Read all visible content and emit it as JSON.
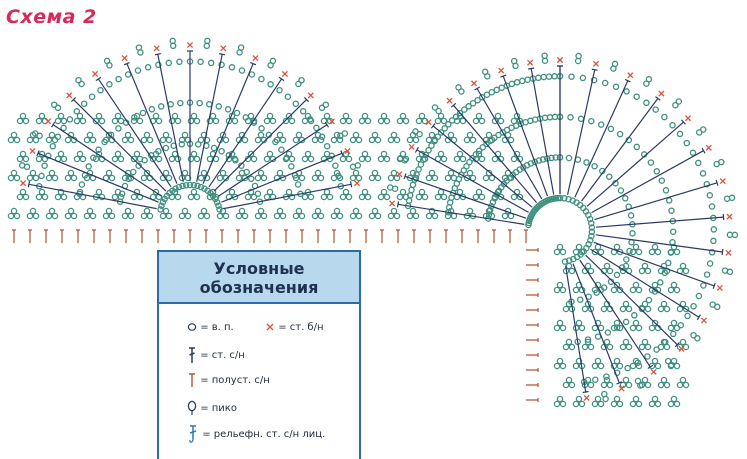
{
  "title": "Схема 2",
  "legend": {
    "heading_line1": "Условные",
    "heading_line2": "обозначения",
    "chain": "= в. п.",
    "single_crochet": "= ст. б/н",
    "double_crochet": "= ст. с/н",
    "half_double": "= полуст. с/н",
    "picot": "= пико",
    "relief": "= рельефн. ст. с/н лиц."
  },
  "colors": {
    "chain": "#3f8f7f",
    "stitch": "#2d3a66",
    "cross": "#d8563e",
    "half": "#b5542f",
    "title": "#d62a5a",
    "legend_border": "#2f6aa8",
    "legend_head": "#b8d8ee"
  }
}
